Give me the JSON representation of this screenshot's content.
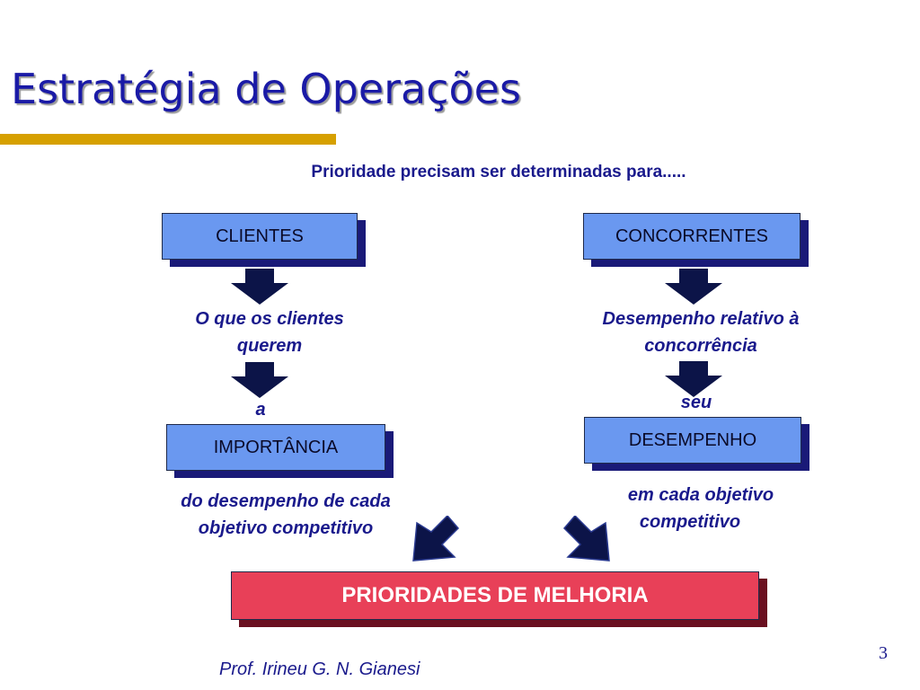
{
  "slide": {
    "title": "Estratégia de Operações",
    "subtitle": "Prioridade precisam ser determinadas para.....",
    "page_number": "3",
    "footer": "Prof. Irineu G. N. Gianesi"
  },
  "left_column": {
    "box_top": "CLIENTES",
    "text_1": [
      "O que os clientes",
      "querem"
    ],
    "connector": "a",
    "box_bottom": "IMPORTÂNCIA",
    "text_2": [
      "do desempenho de cada",
      "objetivo competitivo"
    ]
  },
  "right_column": {
    "box_top": "CONCORRENTES",
    "text_1": [
      "Desempenho relativo à",
      "concorrência"
    ],
    "connector": "seu",
    "box_bottom": "DESEMPENHO",
    "text_2": [
      "em cada objetivo",
      "competitivo"
    ]
  },
  "result_box": "PRIORIDADES DE MELHORIA",
  "colors": {
    "title": "#1a1aa6",
    "accent_bar": "#d6a000",
    "box_fill": "#6a98f0",
    "box_shadow": "#1a1a78",
    "result_fill": "#e84058",
    "arrow": "#0c1448",
    "text": "#1a1a8c"
  }
}
